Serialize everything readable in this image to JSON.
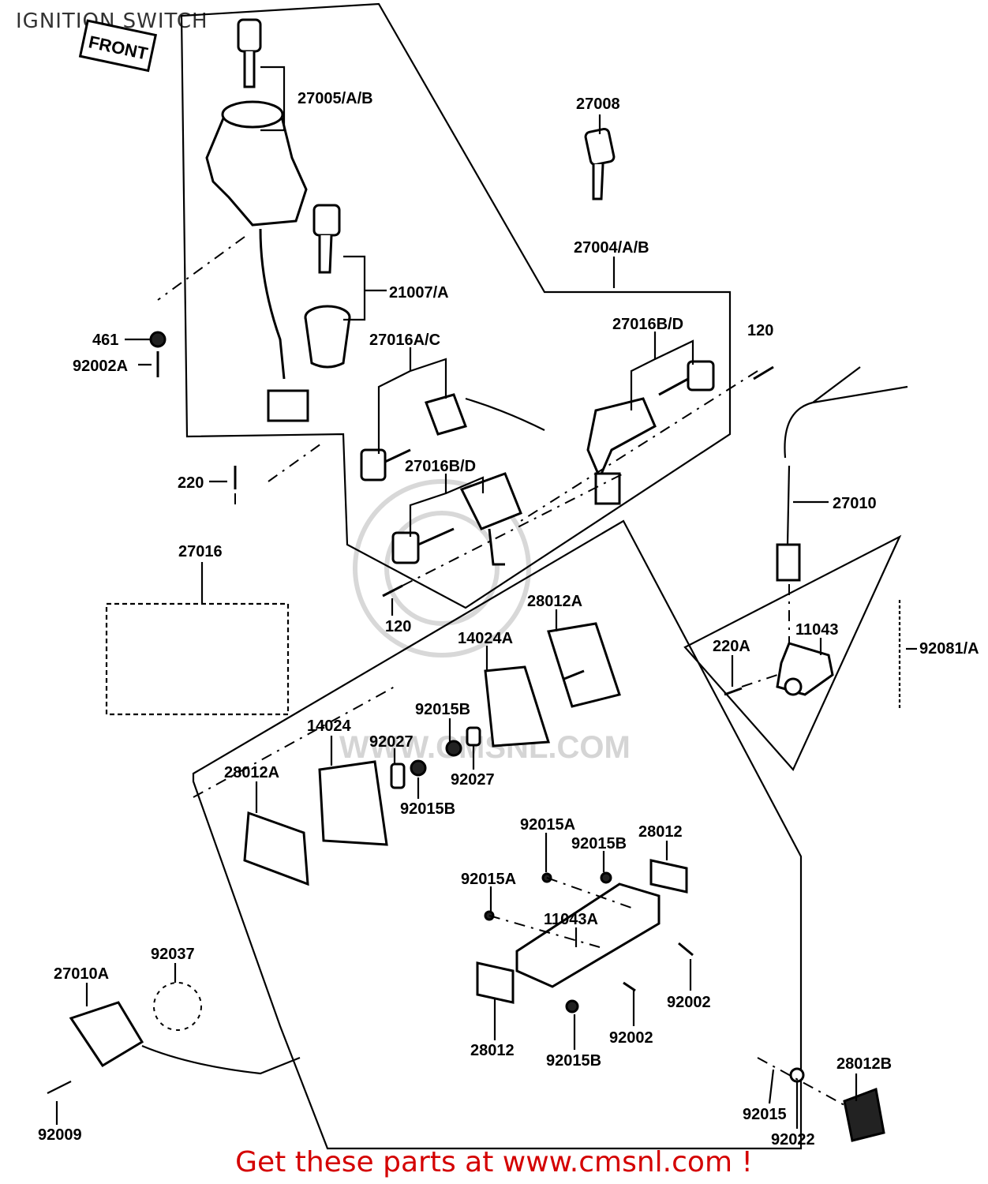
{
  "title": "IGNITION SWITCH",
  "front_tag": "FRONT",
  "watermark": "WWW.CMSNL.COM",
  "footer": "Get these parts at www.cmsnl.com !",
  "colors": {
    "footer": "#d40000",
    "title": "#333333"
  },
  "labels": {
    "p27005": "27005/A/B",
    "p27008": "27008",
    "p21007": "21007/A",
    "p27004": "27004/A/B",
    "p461": "461",
    "p92002A": "92002A",
    "p27016AC": "27016A/C",
    "p27016BD_top": "27016B/D",
    "p120_top": "120",
    "p27016BD_mid": "27016B/D",
    "p220": "220",
    "p27010": "27010",
    "p27016": "27016",
    "p120_bottom": "120",
    "p28012A_top": "28012A",
    "p14024A": "14024A",
    "p220A": "220A",
    "p11043": "11043",
    "p92081": "92081/A",
    "p92015B_a": "92015B",
    "p14024": "14024",
    "p92027_a": "92027",
    "p92027_b": "92027",
    "p28012A_left": "28012A",
    "p92015B_b": "92015B",
    "p92015A_a": "92015A",
    "p92015B_c": "92015B",
    "p28012_a": "28012",
    "p92015A_b": "92015A",
    "p11043A": "11043A",
    "p27010A": "27010A",
    "p92037": "92037",
    "p92002_a": "92002",
    "p92002_b": "92002",
    "p28012_b": "28012",
    "p92015B_d": "92015B",
    "p28012B": "28012B",
    "p92015": "92015",
    "p92022": "92022",
    "p92009": "92009"
  }
}
